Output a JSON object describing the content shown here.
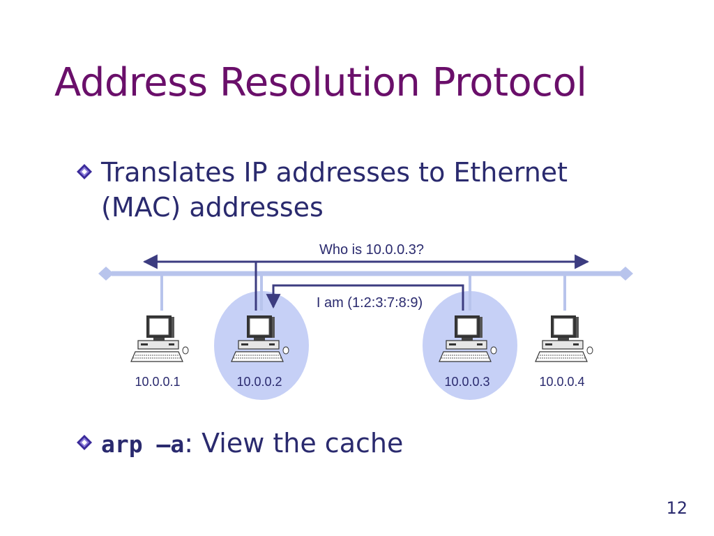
{
  "slide": {
    "title": "Address Resolution Protocol",
    "bullets": [
      {
        "line1": "Translates IP addresses to Ethernet",
        "line2": "(MAC) addresses"
      },
      {
        "code": "arp –a",
        "rest": ": View the cache"
      }
    ],
    "page_number": "12"
  },
  "diagram": {
    "request_label": "Who is 10.0.0.3?",
    "reply_label": "I am (1:2:3:7:8:9)",
    "hosts": [
      {
        "ip": "10.0.0.1",
        "highlighted": false
      },
      {
        "ip": "10.0.0.2",
        "highlighted": true
      },
      {
        "ip": "10.0.0.3",
        "highlighted": true
      },
      {
        "ip": "10.0.0.4",
        "highlighted": false
      }
    ]
  },
  "colors": {
    "title": "#6a0f6a",
    "text": "#2a2a6e",
    "bus": "#b8c4ec",
    "highlight": "#c6d0f6",
    "arrow": "#3c3c80"
  }
}
